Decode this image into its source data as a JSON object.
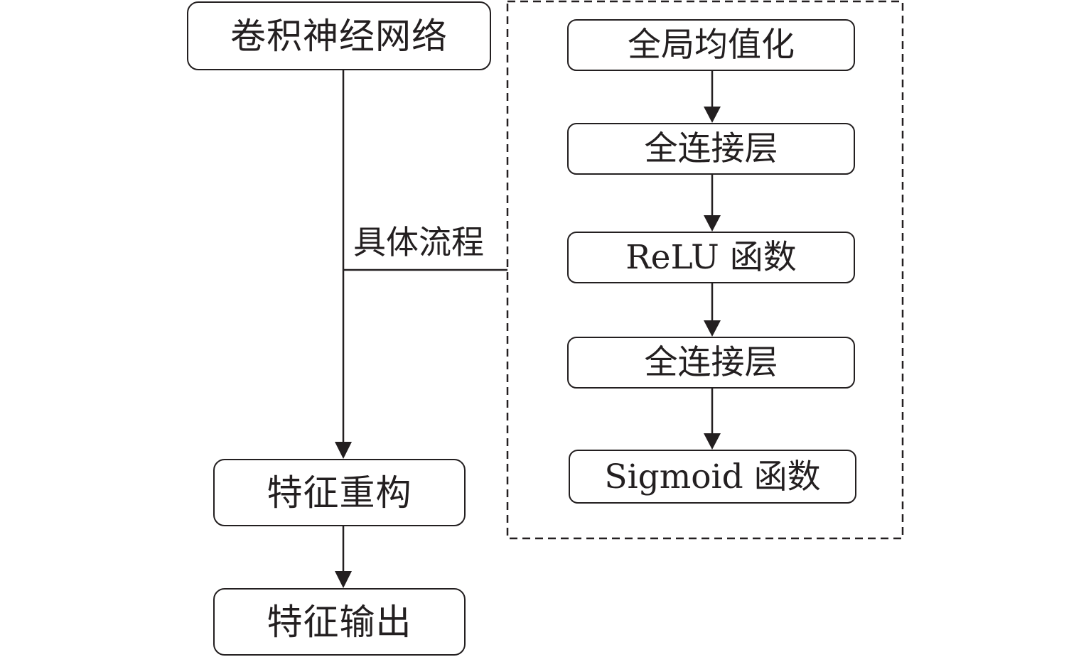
{
  "main_flow": {
    "cnn": "卷积神经网络",
    "reconstruct": "特征重构",
    "output": "特征输出"
  },
  "edge_label": "具体流程",
  "detail_flow": {
    "steps": [
      "全局均值化",
      "全连接层",
      "ReLU 函数",
      "全连接层",
      "Sigmoid 函数"
    ]
  },
  "colors": {
    "stroke": "#231f20",
    "background": "#ffffff"
  }
}
